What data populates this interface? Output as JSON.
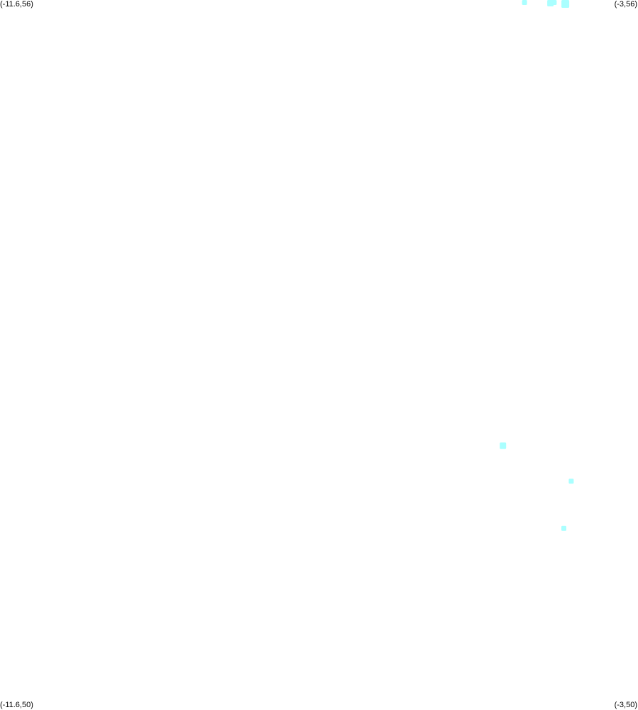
{
  "corners": {
    "top_left": "(-11.6,56)",
    "top_right": "(-3,56)",
    "bottom_left": "(-11.6,50)",
    "bottom_right": "(-3,50)"
  },
  "map": {
    "lon_range": [
      -11.6,
      -3
    ],
    "lat_range": [
      50,
      56
    ],
    "marker_color": "#aaffff",
    "points": [
      {
        "lon": -4.53,
        "lat": 55.997,
        "size": "small"
      },
      {
        "lon": -4.18,
        "lat": 55.994,
        "size": "medium"
      },
      {
        "lon": -4.13,
        "lat": 55.991,
        "size": "small"
      },
      {
        "lon": -3.98,
        "lat": 55.988,
        "size": "large"
      },
      {
        "lon": -4.82,
        "lat": 52.23,
        "size": "medium"
      },
      {
        "lon": -3.9,
        "lat": 51.93,
        "size": "small"
      },
      {
        "lon": -4.0,
        "lat": 51.53,
        "size": "small"
      }
    ]
  }
}
